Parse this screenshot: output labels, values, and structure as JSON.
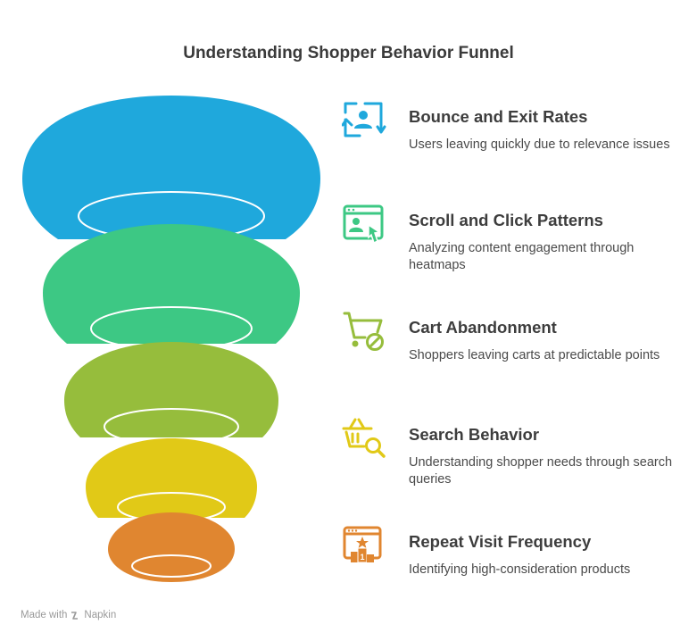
{
  "title": "Understanding Shopper Behavior Funnel",
  "colors": {
    "blue": "#1fa8dc",
    "green": "#3dc884",
    "olive": "#96bd3c",
    "yellow": "#e1c917",
    "orange": "#e08630",
    "ring": "#ffffff"
  },
  "stages": [
    {
      "title": "Bounce and Exit Rates",
      "description": "Users leaving quickly due to relevance issues",
      "icon": "user-arrows-icon",
      "color": "#1fa8dc"
    },
    {
      "title": "Scroll and Click Patterns",
      "description": "Analyzing content engagement through heatmaps",
      "icon": "browser-click-icon",
      "color": "#3dc884"
    },
    {
      "title": "Cart Abandonment",
      "description": "Shoppers leaving carts at predictable points",
      "icon": "cart-cancel-icon",
      "color": "#96bd3c"
    },
    {
      "title": "Search Behavior",
      "description": "Understanding shopper needs through search queries",
      "icon": "basket-search-icon",
      "color": "#e1c917"
    },
    {
      "title": "Repeat Visit Frequency",
      "description": "Identifying high-consideration products",
      "icon": "browser-star-ranking-icon",
      "color": "#e08630"
    }
  ],
  "footer": {
    "made_with": "Made with",
    "brand": "Napkin"
  }
}
